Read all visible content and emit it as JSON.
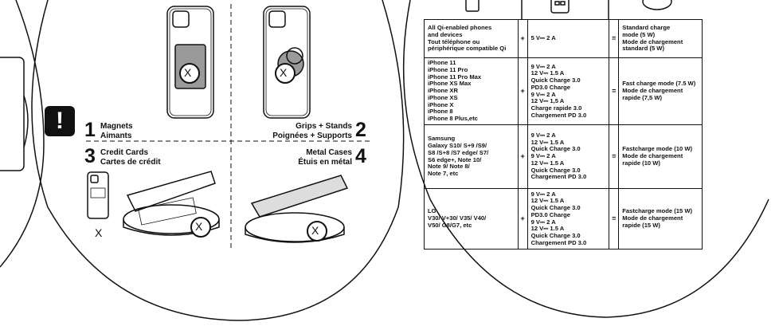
{
  "warning_icon": "!",
  "icons": [
    "exclamation-icon",
    "no-sign-icon",
    "phone-icon",
    "charger-icon",
    "wireless-pad-icon"
  ],
  "items": [
    {
      "num": "1",
      "en": "Magnets",
      "fr": "Aimants"
    },
    {
      "num": "2",
      "en": "Grips + Stands",
      "fr": "Poignées + Supports"
    },
    {
      "num": "3",
      "en": "Credit Cards",
      "fr": "Cartes de crédit"
    },
    {
      "num": "4",
      "en": "Metal Cases",
      "fr": "Étuis en métal"
    }
  ],
  "card_mark": "X",
  "no_symbol": "X",
  "table": {
    "rows": [
      {
        "devices": "All Qi-enabled phones\nand devices\nTout téléphone ou\npériphérique compatible Qi",
        "plus": "+",
        "input": "5 V⎓ 2 A",
        "equals": "=",
        "mode": "Standard charge\nmode (5 W)\nMode de chargement\nstandard (5 W)"
      },
      {
        "devices": "iPhone 11\niPhone 11 Pro\niPhone 11 Pro Max\niPhone XS Max\niPhone XR\niPhone XS\niPhone X\niPhone 8\niPhone 8 Plus,etc",
        "plus": "+",
        "input": "9 V⎓ 2 A\n12 V⎓ 1.5 A\nQuick Charge 3.0\nPD3.0 Charge\n9 V⎓ 2 A\n12 V⎓ 1,5 A\nCharge rapide 3.0\nChargement PD 3.0",
        "equals": "=",
        "mode": "Fast charge mode (7.5 W)\nMode de chargement\nrapide (7,5 W)"
      },
      {
        "devices": "Samsung\nGalaxy S10/ S+9 /S9/\nS8 /S+8 /S7 edge/ S7/\nS6 edge+, Note 10/\nNote 9/ Note 8/\nNote 7, etc",
        "plus": "+",
        "input": "9 V⎓ 2 A\n12 V⎓ 1.5 A\nQuick Charge 3.0\n9 V⎓ 2 A\n12 V⎓ 1.5 A\nQuick Charge 3.0\nChargement PD 3.0",
        "equals": "=",
        "mode": "Fastcharge mode (10 W)\nMode de chargement\nrapide (10 W)"
      },
      {
        "devices": "LG\nV30/ V+30/ V35/ V40/\nV50/ G8/G7, etc",
        "plus": "+",
        "input": "9 V⎓ 2 A\n12 V⎓ 1.5 A\nQuick Charge 3.0\nPD3.0 Charge\n9 V⎓ 2 A\n12 V⎓ 1.5 A\nQuick Charge 3.0\nChargement PD 3.0",
        "equals": "=",
        "mode": "Fastcharge mode (15 W)\nMode de chargement\nrapide (15 W)"
      }
    ]
  }
}
